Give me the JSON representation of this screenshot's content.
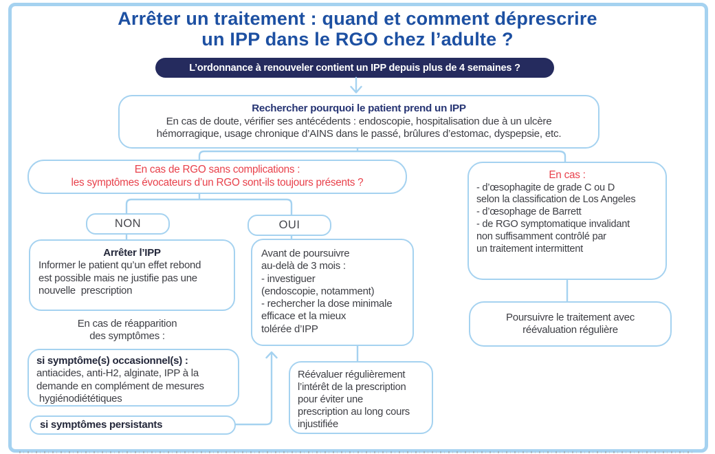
{
  "header": {
    "title_line1": "Arrêter un traitement : quand et comment déprescrire",
    "title_line2": "un IPP dans le RGO chez l’adulte ?"
  },
  "banner": {
    "question": "L’ordonnance à renouveler contient un IPP depuis plus de 4 semaines ?"
  },
  "nodes": {
    "rechercher": {
      "title": "Rechercher pourquoi le patient prend un IPP",
      "body": "En cas de doute, vérifier ses antécédents : endoscopie, hospitalisation due à un ulcère\nhémorragique, usage chronique d’AINS dans le passé, brûlures d’estomac, dyspepsie, etc."
    },
    "rgo_question": "En cas de RGO sans complications :\nles symptômes évocateurs d’un RGO sont-ils toujours présents ?",
    "non_label": "NON",
    "oui_label": "OUI",
    "arreter": {
      "title": "Arrêter l’IPP",
      "body": "Informer le patient qu’un effet rebond\nest possible mais ne justifie pas une\nnouvelle  prescription"
    },
    "reapparition": "En cas de réapparition\ndes symptômes :",
    "occasionnel": {
      "title": "si symptôme(s) occasionnel(s) :",
      "body": "antiacides, anti-H2, alginate, IPP à la\ndemande en complément de mesures\n hygiénodiététiques"
    },
    "persistants": "si symptômes persistants",
    "avant": "Avant de poursuivre\nau-delà de 3 mois :\n- investiguer\n(endoscopie, notamment)\n- rechercher la dose minimale\nefficace et la mieux\ntolérée d’IPP",
    "reevaluer": "Réévaluer régulièrement\nl’intérêt de la prescription\npour éviter une\nprescription au long cours\ninjustifiée",
    "en_cas": {
      "title": "En cas :",
      "body": "- d’œsophagite de grade C ou D\nselon la classification de Los Angeles\n- d’œsophage de Barrett\n- de RGO symptomatique invalidant\nnon suffisamment contrôlé par\nun traitement intermittent"
    },
    "poursuivre": "Poursuivre le traitement avec\nréévaluation régulière"
  },
  "colors": {
    "accent": "#a5d2f0",
    "navy": "#252b5e",
    "title-blue": "#1d50a2",
    "head-navy": "#263473",
    "red": "#e8414b",
    "text": "#3d3e44"
  }
}
